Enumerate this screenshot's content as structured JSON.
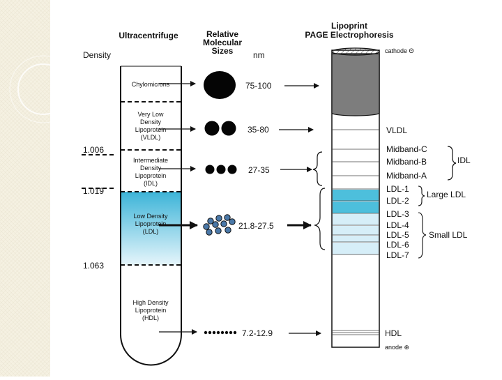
{
  "headers": {
    "ultracentrifuge": "Ultracentrifuge",
    "relative_sizes": [
      "Relative",
      "Molecular",
      "Sizes"
    ],
    "lipoprint": [
      "Lipoprint",
      "PAGE Electrophoresis"
    ]
  },
  "axis_labels": {
    "density": "Density",
    "nm": "nm"
  },
  "density_marks": [
    "1.006",
    "1.019",
    "1.063"
  ],
  "tube_sections": {
    "chylomicrons": [
      "Chylomicrons"
    ],
    "vldl": [
      "Very Low",
      "Density",
      "Lipoprotein",
      "(VLDL)"
    ],
    "idl": [
      "Intermediate",
      "Density",
      "Lipoprotein",
      "(IDL)"
    ],
    "ldl": [
      "Low Density",
      "Lipoprotein",
      "(LDL)"
    ],
    "hdl": [
      "High Density",
      "Lipoprotein",
      "(HDL)"
    ]
  },
  "sizes": [
    "75-100",
    "35-80",
    "27-35",
    "21.8-27.5",
    "7.2-12.9"
  ],
  "gel_labels": {
    "cathode": "cathode Θ",
    "vldl": "VLDL",
    "midband_c": "Midband-C",
    "midband_b": "Midband-B",
    "midband_a": "Midband-A",
    "idl": "IDL",
    "ldl_1": "LDL-1",
    "ldl_2": "LDL-2",
    "large_ldl": "Large LDL",
    "ldl_3": "LDL-3",
    "ldl_4": "LDL-4",
    "ldl_5": "LDL-5",
    "ldl_6": "LDL-6",
    "ldl_7": "LDL-7",
    "small_ldl": "Small LDL",
    "hdl": "HDL",
    "anode": "anode ⊕"
  },
  "colors": {
    "ldl_blue": "#4dbfdc",
    "ldl_light": "#d6eef8",
    "gel_cap": "#7d7d7d",
    "particle_blue": "#4a78a8",
    "ink": "#111111"
  }
}
